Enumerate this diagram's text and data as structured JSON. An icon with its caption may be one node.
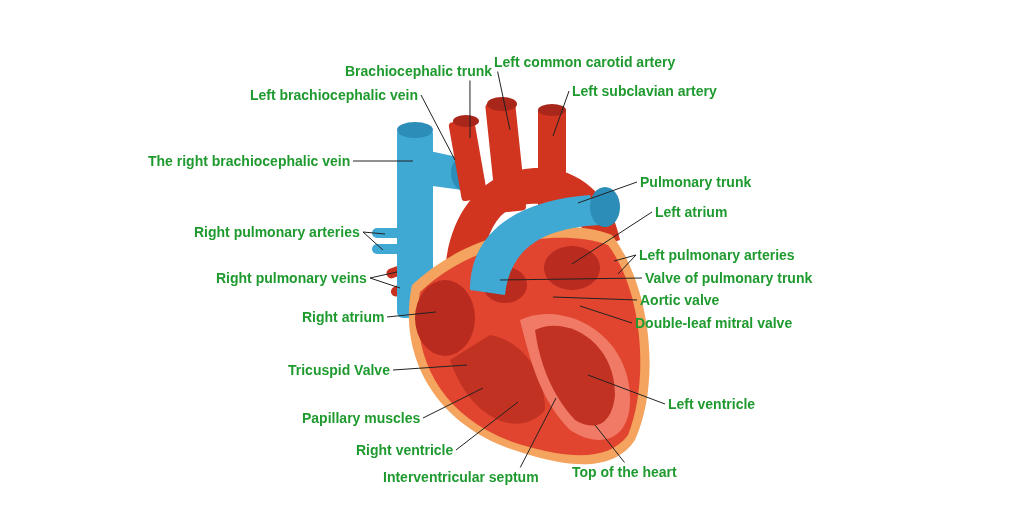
{
  "diagram": {
    "nodes": [
      {
        "text": [
          "Left common carotid artery"
        ]
      },
      {
        "text": [
          "Brachiocephalic trunk"
        ]
      },
      {
        "text": [
          "Left subclavian artery"
        ]
      },
      {
        "text": [
          "Left brachiocephalic vein"
        ]
      },
      {
        "text": [
          "The right brachiocephalic vein"
        ]
      },
      {
        "text": [
          "Pulmonary trunk"
        ]
      },
      {
        "text": [
          "Left atrium"
        ]
      },
      {
        "text": [
          "Right pulmonary arteries"
        ]
      },
      {
        "text": [
          "Left pulmonary arteries"
        ]
      },
      {
        "text": [
          "Right pulmonary veins"
        ]
      },
      {
        "text": [
          "Valve of pulmonary trunk"
        ]
      },
      {
        "text": [
          "Aortic valve"
        ]
      },
      {
        "text": [
          "Right atrium"
        ]
      },
      {
        "text": [
          "Double-leaf mitral valve"
        ]
      },
      {
        "text": [
          "Tricuspid Valve"
        ]
      },
      {
        "text": [
          "Left ventricle"
        ]
      },
      {
        "text": [
          "Papillary muscles"
        ]
      },
      {
        "text": [
          "Right ventricle"
        ]
      },
      {
        "text": [
          "Top of the heart"
        ]
      },
      {
        "text": [
          "Interventricular septum"
        ]
      }
    ],
    "edges": [
      {
        "from": 0,
        "to": null,
        "arrow": "none"
      },
      {
        "from": 1,
        "to": null,
        "arrow": "none"
      },
      {
        "from": 2,
        "to": null,
        "arrow": "none"
      },
      {
        "from": 3,
        "to": null,
        "arrow": "none"
      },
      {
        "from": 4,
        "to": null,
        "arrow": "none"
      },
      {
        "from": 5,
        "to": null,
        "arrow": "none"
      },
      {
        "from": 6,
        "to": null,
        "arrow": "none"
      },
      {
        "from": 7,
        "to": null,
        "arrow": "none"
      },
      {
        "from": 7,
        "to": null,
        "arrow": "none"
      },
      {
        "from": 8,
        "to": null,
        "arrow": "none"
      },
      {
        "from": 8,
        "to": null,
        "arrow": "none"
      },
      {
        "from": 9,
        "to": null,
        "arrow": "none"
      },
      {
        "from": 9,
        "to": null,
        "arrow": "none"
      },
      {
        "from": 10,
        "to": null,
        "arrow": "none"
      },
      {
        "from": 11,
        "to": null,
        "arrow": "none"
      },
      {
        "from": 12,
        "to": null,
        "arrow": "none"
      },
      {
        "from": 13,
        "to": null,
        "arrow": "none"
      },
      {
        "from": 14,
        "to": null,
        "arrow": "none"
      },
      {
        "from": 15,
        "to": null,
        "arrow": "none"
      },
      {
        "from": 16,
        "to": null,
        "arrow": "none"
      },
      {
        "from": 17,
        "to": null,
        "arrow": "none"
      },
      {
        "from": 18,
        "to": null,
        "arrow": "none"
      },
      {
        "from": 19,
        "to": null,
        "arrow": "none"
      }
    ]
  }
}
